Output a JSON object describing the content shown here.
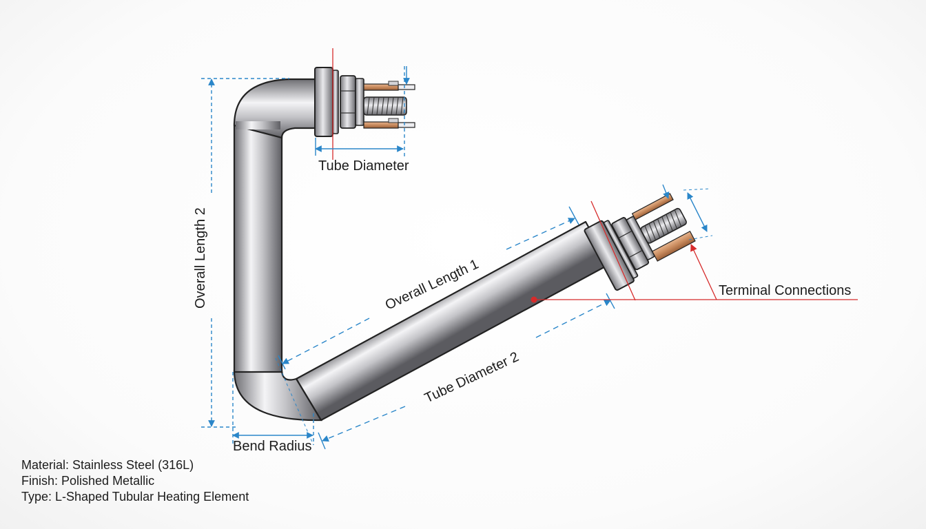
{
  "labels": {
    "tube_diameter": "Tube Diameter",
    "overall_length_2": "Overall Length 2",
    "overall_length_1": "Overall Length 1",
    "tube_diameter_2": "Tube Diameter 2",
    "bend_radius": "Bend Radius",
    "terminal_connections": "Terminal Connections"
  },
  "specs": {
    "material": "Material: Stainless Steel (316L)",
    "finish": "Finish: Polished Metallic",
    "type": "Type: L-Shaped Tubular Heating Element"
  },
  "colors": {
    "dimension_line": "#2a86c9",
    "leader_line": "#d62b2b",
    "tube_steel": "#b9b9bd",
    "terminal_copper": "#c98b5e",
    "outline": "#222222"
  }
}
